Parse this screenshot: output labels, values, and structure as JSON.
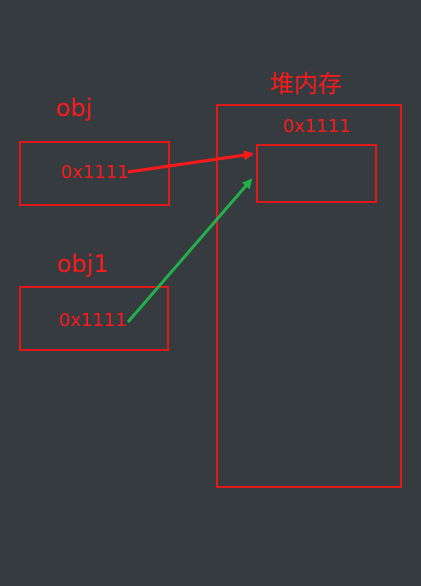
{
  "heap": {
    "title": "堆内存",
    "object_address": "0x1111"
  },
  "variables": [
    {
      "name": "obj",
      "value": "0x1111"
    },
    {
      "name": "obj1",
      "value": "0x1111"
    }
  ],
  "colors": {
    "background": "#363b40",
    "text": "#ff1a1a",
    "box_border": "#e01818",
    "arrow_obj": "#ff1a1a",
    "arrow_obj1": "#22b04a"
  }
}
